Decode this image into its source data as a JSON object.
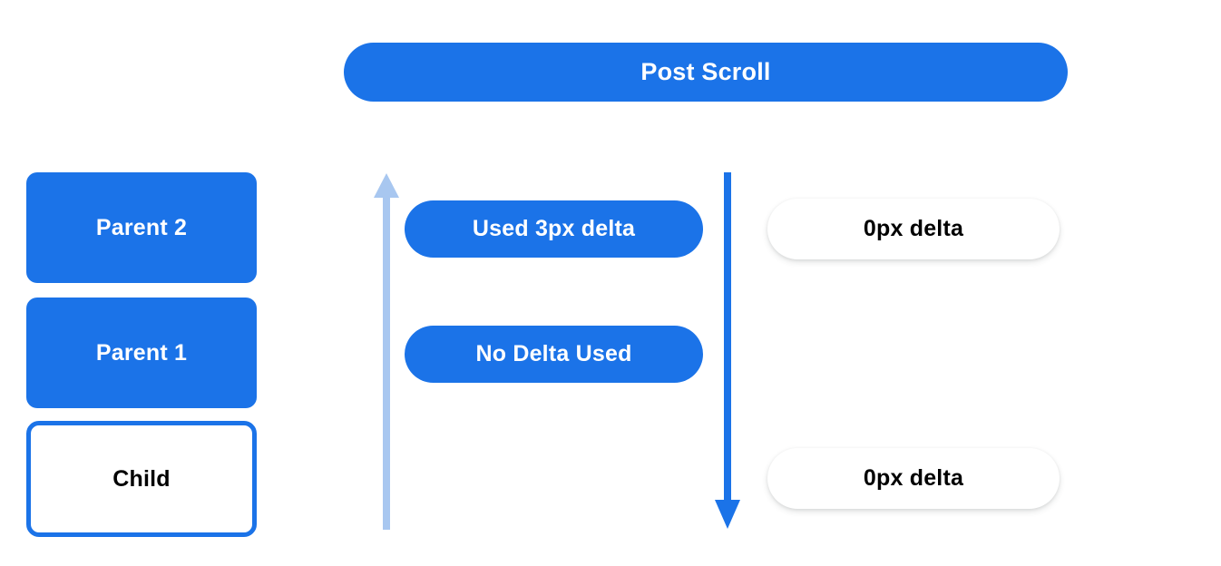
{
  "header": {
    "title": "Post Scroll"
  },
  "colors": {
    "primary_blue": "#1b73e8",
    "light_blue": "#a8c7f0",
    "white": "#ffffff",
    "black": "#000000"
  },
  "scroll_chain": {
    "boxes": [
      {
        "label": "Parent 2",
        "style": "filled"
      },
      {
        "label": "Parent 1",
        "style": "filled"
      },
      {
        "label": "Child",
        "style": "outlined"
      }
    ]
  },
  "arrows": [
    {
      "name": "consumed-delta-arrow",
      "direction": "up",
      "color": "#a8c7f0"
    },
    {
      "name": "scroll-propagation-arrow",
      "direction": "down",
      "color": "#1b73e8"
    }
  ],
  "annotations": {
    "left_column": [
      {
        "label": "Used 3px delta",
        "style": "blue"
      },
      {
        "label": "No Delta Used",
        "style": "blue"
      }
    ],
    "right_column": [
      {
        "label": "0px delta",
        "style": "white"
      },
      {
        "label": "0px delta",
        "style": "white"
      }
    ]
  }
}
